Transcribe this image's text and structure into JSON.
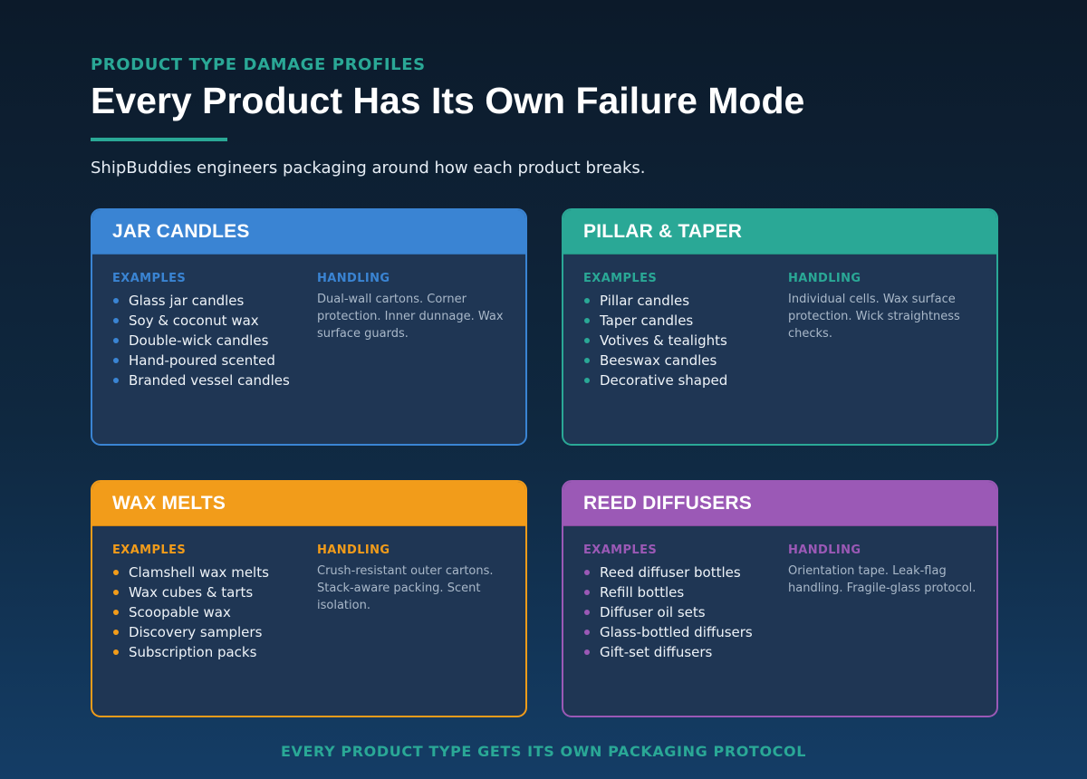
{
  "header": {
    "eyebrow": "PRODUCT TYPE DAMAGE PROFILES",
    "title": "Every Product Has Its Own Failure Mode",
    "subtitle": "ShipBuddies engineers packaging around how each product breaks."
  },
  "colors": {
    "teal": "#2aa896",
    "blue": "#3a84d3",
    "orange": "#f29c1a",
    "purple": "#9b59b6"
  },
  "cards": [
    {
      "title": "JAR CANDLES",
      "examples_label": "EXAMPLES",
      "handling_label": "HANDLING",
      "examples": [
        "Glass jar candles",
        "Soy & coconut wax",
        "Double-wick candles",
        "Hand-poured scented",
        "Branded vessel candles"
      ],
      "handling": "Dual-wall cartons. Corner protection. Inner dunnage. Wax surface guards."
    },
    {
      "title": "PILLAR & TAPER",
      "examples_label": "EXAMPLES",
      "handling_label": "HANDLING",
      "examples": [
        "Pillar candles",
        "Taper candles",
        "Votives & tealights",
        "Beeswax candles",
        "Decorative shaped"
      ],
      "handling": "Individual cells. Wax surface protection. Wick straightness checks."
    },
    {
      "title": "WAX MELTS",
      "examples_label": "EXAMPLES",
      "handling_label": "HANDLING",
      "examples": [
        "Clamshell wax melts",
        "Wax cubes & tarts",
        "Scoopable wax",
        "Discovery samplers",
        "Subscription packs"
      ],
      "handling": "Crush-resistant outer cartons. Stack-aware packing. Scent isolation."
    },
    {
      "title": "REED DIFFUSERS",
      "examples_label": "EXAMPLES",
      "handling_label": "HANDLING",
      "examples": [
        "Reed diffuser bottles",
        "Refill bottles",
        "Diffuser oil sets",
        "Glass-bottled diffusers",
        "Gift-set diffusers"
      ],
      "handling": "Orientation tape. Leak-flag handling. Fragile-glass protocol."
    }
  ],
  "footer": {
    "text": "EVERY PRODUCT TYPE GETS ITS OWN PACKAGING PROTOCOL"
  }
}
